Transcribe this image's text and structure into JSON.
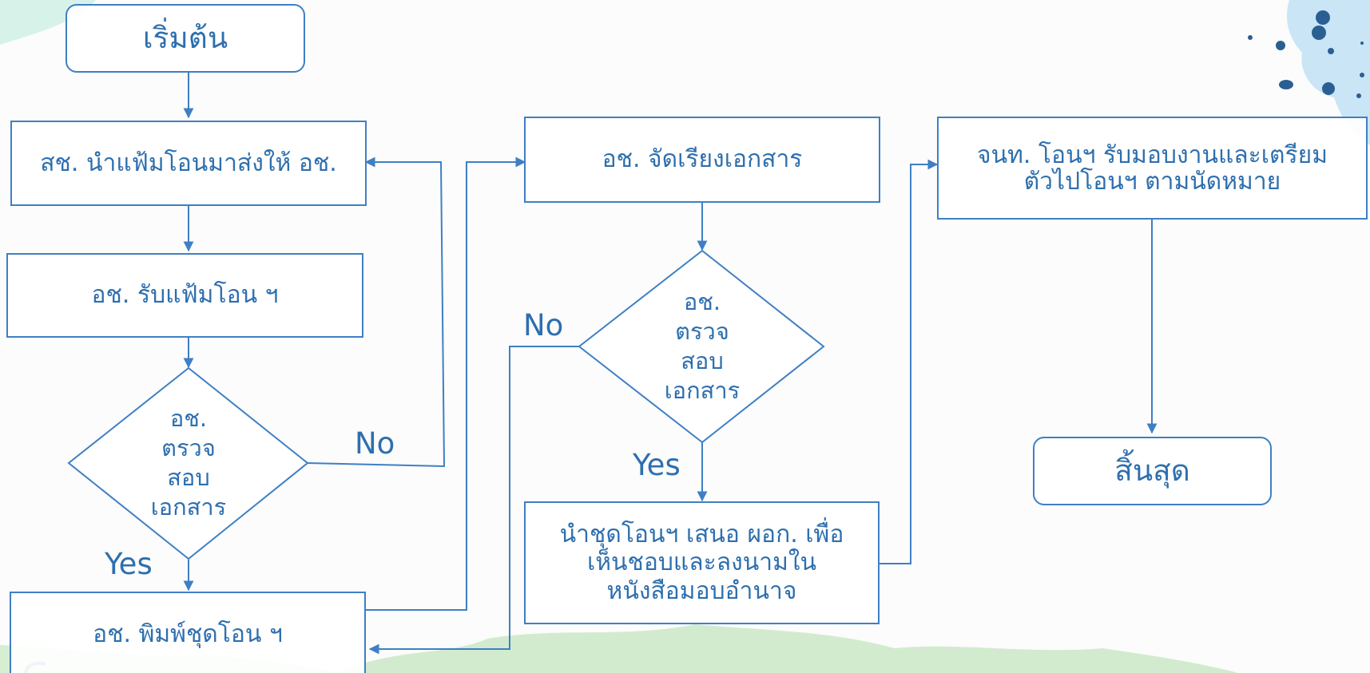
{
  "colors": {
    "border": "#3f7fc4",
    "text": "#2e6fae",
    "watercolor_green": "#9fd79a",
    "watercolor_blue": "#bfe1f5",
    "watercolor_teal": "#c3ecdf",
    "dot": "#2b5f93"
  },
  "nodes": {
    "start": "เริ่มต้น",
    "s1": "สช. นำแฟ้มโอนมาส่งให้ อช.",
    "s2": "อช. รับแฟ้มโอน ฯ",
    "d1": "อช.\nตรวจ\nสอบ\nเอกสาร",
    "s3": "อช. พิมพ์ชุดโอน ฯ",
    "m1": "อช. จัดเรียงเอกสาร",
    "d2": "อช.\nตรวจ\nสอบ\nเอกสาร",
    "m2": "นำชุดโอนฯ เสนอ ผอก. เพื่อ\nเห็นชอบและลงนามใน\nหนังสือมอบอำนาจ",
    "r1": "จนท. โอนฯ รับมอบงานและเตรียม\nตัวไปโอนฯ ตามนัดหมาย",
    "end": "สิ้นสุด"
  },
  "labels": {
    "no1": "No",
    "yes1": "Yes",
    "no2": "No",
    "yes2": "Yes"
  }
}
